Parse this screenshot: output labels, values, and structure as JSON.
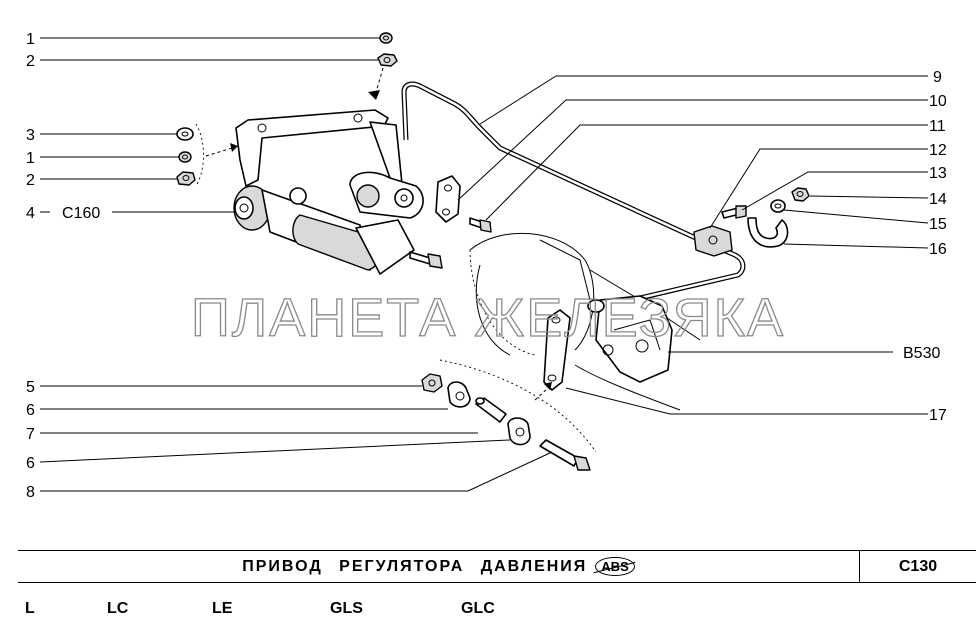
{
  "watermark": "ПЛАНЕТА ЖЕЛЕЗЯКА",
  "title": "ПРИВОД РЕГУЛЯТОРА ДАВЛЕНИЯ",
  "title_badge": "ABS",
  "diagram_code": "C130",
  "trims": [
    "L",
    "LC",
    "LE",
    "GLS",
    "GLC"
  ],
  "callouts_left": [
    "1",
    "2",
    "3",
    "1",
    "2",
    "4",
    "5",
    "6",
    "7",
    "6",
    "8"
  ],
  "callout_c160": "C160",
  "callouts_right": [
    "9",
    "10",
    "11",
    "12",
    "13",
    "14",
    "15",
    "16",
    "B530",
    "17"
  ]
}
